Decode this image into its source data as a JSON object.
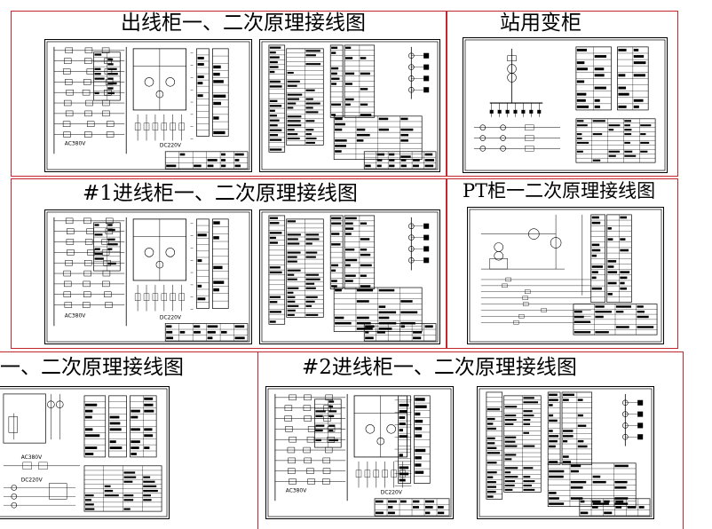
{
  "panels": {
    "outgoing": {
      "title": "出线柜一、二次原理接线图"
    },
    "station_transformer": {
      "title": "站用变柜"
    },
    "incoming1": {
      "title": "#1进线柜一、二次原理接线图"
    },
    "pt": {
      "title": "PT柜一二次原理接线图"
    },
    "partial": {
      "title": "一、二次原理接线图"
    },
    "incoming2": {
      "title": "#2进线柜一、二次原理接线图"
    }
  },
  "colors": {
    "frame": "#c0282d",
    "ink": "#000000",
    "background": "#ffffff"
  },
  "sheet_texts": {
    "ac_label": "AC380V",
    "dc_label": "DC220V"
  }
}
